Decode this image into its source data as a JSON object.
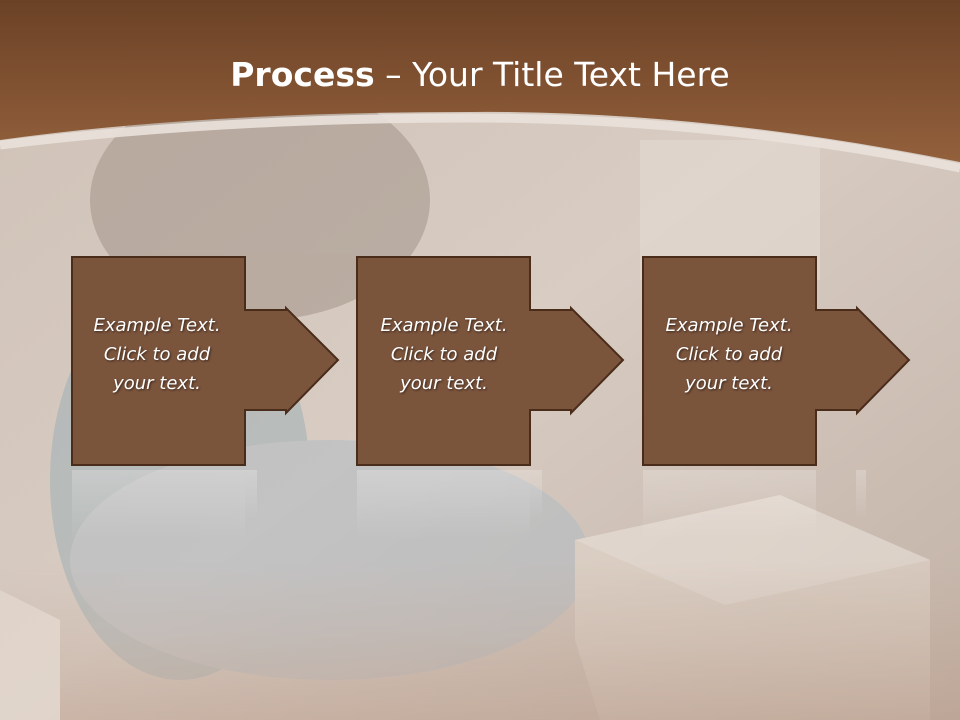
{
  "slide": {
    "title_bold": "Process",
    "title_rest": " – Your Title Text Here"
  },
  "steps": [
    {
      "text": "Example Text.\nClick  to add\nyour text."
    },
    {
      "text": "Example Text.\nClick  to add\nyour text."
    },
    {
      "text": "Example Text.\nClick  to add\nyour text."
    }
  ],
  "colors": {
    "header_brown": "#7a4a2a",
    "step_fill": "#7b543c",
    "step_outline": "#4a2c1a",
    "background": "#d9ccc2"
  }
}
